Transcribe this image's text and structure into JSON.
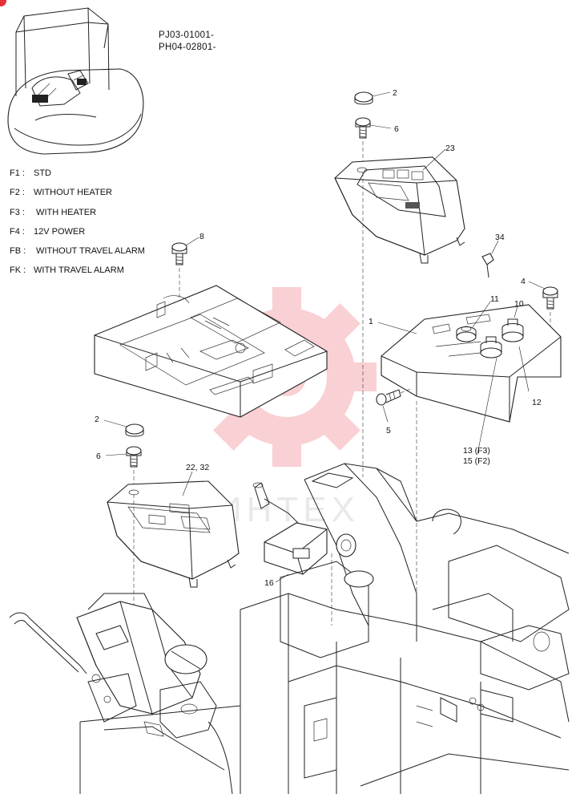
{
  "header": {
    "serial_1": "PJ03-01001-",
    "serial_2": "PH04-02801-"
  },
  "legend": [
    {
      "code": "F1 :",
      "text": "STD"
    },
    {
      "code": "F2 :",
      "text": "WITHOUT HEATER"
    },
    {
      "code": "F3 :",
      "text": " WITH HEATER"
    },
    {
      "code": "F4 :",
      "text": "12V POWER"
    },
    {
      "code": "FB :",
      "text": " WITHOUT TRAVEL ALARM"
    },
    {
      "code": "FK :",
      "text": "WITH TRAVEL ALARM"
    }
  ],
  "callouts": {
    "c2_top": "2",
    "c6_top": "6",
    "c23": "23",
    "c8": "8",
    "c34": "34",
    "c4": "4",
    "c1": "1",
    "c11": "11",
    "c10": "10",
    "c12": "12",
    "c5": "5",
    "c13": "13 (F3)",
    "c15": "15 (F2)",
    "c2_left": "2",
    "c6_left": "6",
    "c22": "22, 32",
    "c16": "16"
  },
  "watermark": {
    "text": "ИНТЕХ",
    "color": "#e8303a"
  },
  "colors": {
    "ink": "#222222",
    "corner_mark": "#e8303a"
  }
}
